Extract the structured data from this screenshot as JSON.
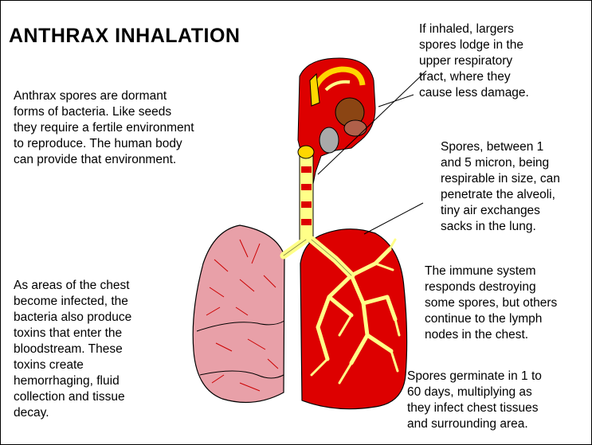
{
  "title": "ANTHRAX INHALATION",
  "paragraphs": {
    "intro": "Anthrax spores are dormant\nforms of bacteria. Like seeds\nthey require a fertile environment\nto reproduce. The human body\ncan provide that environment.",
    "chest": "As areas of the chest\nbecome infected, the\nbacteria also produce\ntoxins that enter the\nbloodstream. These\ntoxins create\nhemorrhaging, fluid\ncollection and tissue\ndecay.",
    "upper_tract": "If inhaled, largers\nspores lodge in the\nupper respiratory\ntract, where they\ncause less damage.",
    "alveoli": "Spores, between 1\nand 5 micron, being\nrespirable in size, can\npenetrate the alveoli,\ntiny air exchanges\nsacks in the lung.",
    "immune": "The immune system\nresponds destroying\nsome spores, but others\ncontinue to the lymph\nnodes in the chest.",
    "germinate": "Spores germinate in 1 to\n60 days, multiplying as\nthey infect chest tissues\nand surrounding area."
  },
  "colors": {
    "left_lung": "#e8a0a8",
    "right_lung": "#dd0000",
    "airway": "#ffff88",
    "vessel": "#cc0000",
    "yellow": "#ffd700",
    "brown": "#8b4513",
    "gray": "#a9a9a9"
  }
}
